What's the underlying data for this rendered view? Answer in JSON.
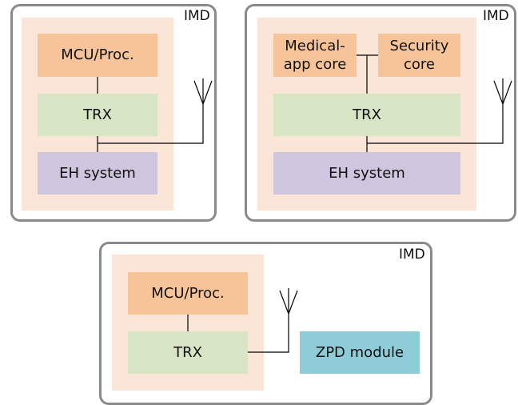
{
  "diagrams": [
    {
      "imd_label": "IMD",
      "blocks": {
        "mcu": "MCU/Proc.",
        "trx": "TRX",
        "eh": "EH system"
      }
    },
    {
      "imd_label": "IMD",
      "blocks": {
        "medical": "Medical-\napp core",
        "security": "Security\ncore",
        "trx": "TRX",
        "eh": "EH system"
      }
    },
    {
      "imd_label": "IMD",
      "blocks": {
        "mcu": "MCU/Proc.",
        "trx": "TRX",
        "zpd": "ZPD module"
      }
    }
  ],
  "colors": {
    "imd_border": "#8a8a8a",
    "panel": "#fbe5d6",
    "processor": "#f7c49a",
    "trx": "#d8e5c4",
    "eh": "#cfc5df",
    "zpd": "#8ecdd8",
    "wire": "#000000"
  },
  "icons": [
    "antenna-icon"
  ]
}
